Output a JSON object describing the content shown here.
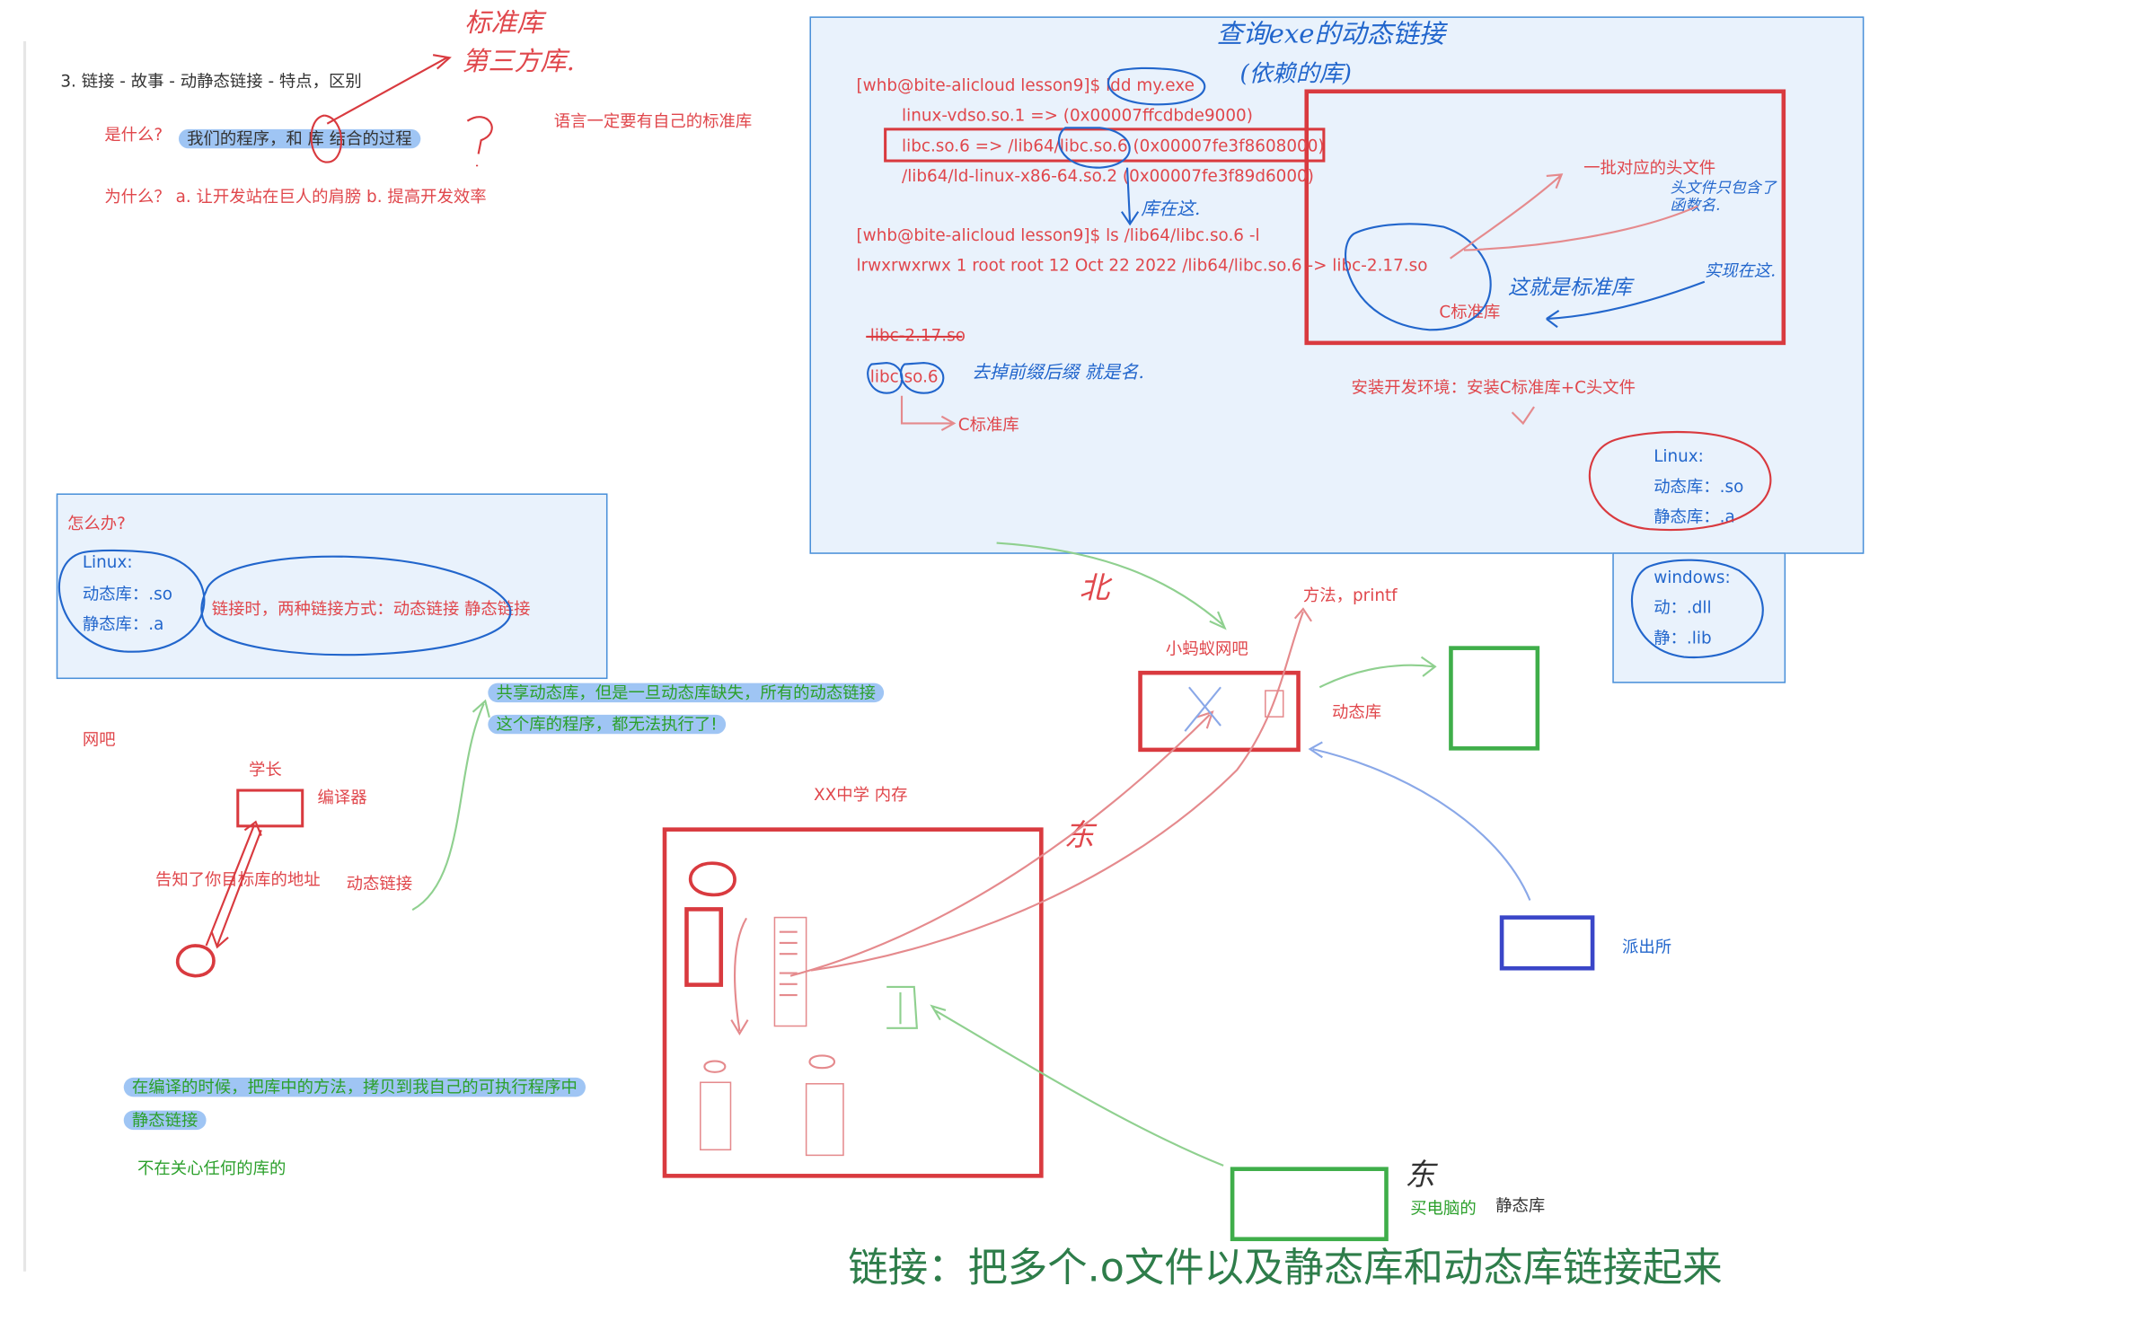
{
  "left_top": {
    "heading": "3. 链接 - 故事 - 动静态链接 - 特点，区别",
    "what_label": "是什么?",
    "what_text": "我们的程序，和 库 结合的过程",
    "lang_note": "语言一定要有自己的标准库",
    "why_text": "为什么？ a. 让开发站在巨人的肩膀 b. 提高开发效率",
    "hand_std": "标准库",
    "hand_third": "第三方库."
  },
  "how_box": {
    "title": "怎么办?",
    "linux": "Linux:",
    "dyn": "动态库：.so",
    "sta": "静态库：.a",
    "desc": "链接时，两种链接方式：动态链接 静态链接"
  },
  "terminal_box": {
    "hand_title_1": "查询exe的动态链接",
    "hand_title_2": "(依赖的库)",
    "cmd1": "[whb@bite-alicloud lesson9]$ ldd my.exe",
    "line1": "linux-vdso.so.1 =>  (0x00007ffcdbde9000)",
    "line2": "libc.so.6 => /lib64/libc.so.6 (0x00007fe3f8608000)",
    "line3": "/lib64/ld-linux-x86-64.so.2 (0x00007fe3f89d6000)",
    "hand_lib_here": "库在这.",
    "cmd2": "[whb@bite-alicloud lesson9]$ ls /lib64/libc.so.6 -l",
    "line4": "lrwxrwxrwx 1 root root 12 Oct 22  2022 /lib64/libc.so.6 -> libc-2.17.so",
    "headers_note": "一批对应的头文件",
    "hand_headers": "头文件只包含了函数名.",
    "hand_impl": "实现在这.",
    "hand_this_std": "这就是标准库",
    "c_std_1": "C标准库",
    "libc217": "libc-2.17.so",
    "libcso6": "libc.so.6",
    "hand_strip": "去掉前缀后缀 就是名.",
    "c_std_2": "C标准库",
    "install": "安装开发环境：安装C标准库+C头文件",
    "linux": "Linux:",
    "linux_dyn": "动态库：.so",
    "linux_sta": "静态库：.a"
  },
  "windows_box": {
    "title": "windows:",
    "dyn": "动：.dll",
    "sta": "静：.lib"
  },
  "story": {
    "netcafe": "网吧",
    "senior": "学长",
    "compiler": "编译器",
    "told_addr": "告知了你目标库的地址",
    "dyn_link": "动态链接",
    "shared_1": "共享动态库，但是一旦动态库缺失，所有的动态链接",
    "shared_2": "这个库的程序，都无法执行了!",
    "memory": "XX中学 内存",
    "ant_cafe": "小蚂蚁网吧",
    "method": "方法，printf",
    "dyn_lib": "动态库",
    "police": "派出所",
    "hand_east": "东",
    "hand_north": "北",
    "static_1": "在编译的时候，把库中的方法，拷贝到我自己的可执行程序中",
    "static_2": "静态链接",
    "no_care": "不在关心任何的库的",
    "hand_east2": "东",
    "own_pc": "买电脑的",
    "sta_lib": "静态库",
    "summary": "链接：把多个.o文件以及静态库和动态库链接起来"
  }
}
